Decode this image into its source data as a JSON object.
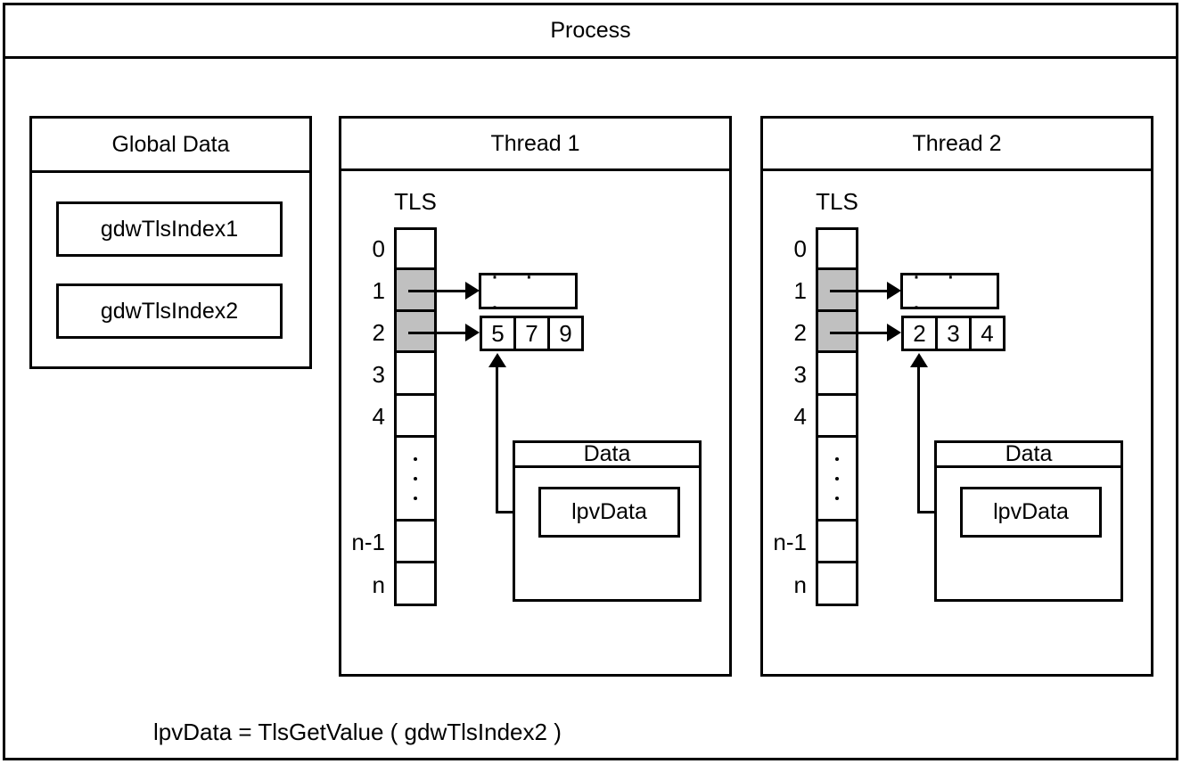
{
  "process": {
    "title": "Process"
  },
  "global_data": {
    "title": "Global Data",
    "items": [
      "gdwTlsIndex1",
      "gdwTlsIndex2"
    ]
  },
  "threads": [
    {
      "title": "Thread 1",
      "tls_label": "TLS",
      "slot_labels": [
        "0",
        "1",
        "2",
        "3",
        "4",
        "n-1",
        "n"
      ],
      "ellipsis_text": "· · ·",
      "values": [
        "5",
        "7",
        "9"
      ],
      "data_title": "Data",
      "pointer_name": "lpvData"
    },
    {
      "title": "Thread 2",
      "tls_label": "TLS",
      "slot_labels": [
        "0",
        "1",
        "2",
        "3",
        "4",
        "n-1",
        "n"
      ],
      "ellipsis_text": "· · ·",
      "values": [
        "2",
        "3",
        "4"
      ],
      "data_title": "Data",
      "pointer_name": "lpvData"
    }
  ],
  "formula": "lpvData = TlsGetValue ( gdwTlsIndex2 )",
  "colors": {
    "line": "#000000",
    "slot_highlight": "#c0c0c0",
    "background": "#ffffff"
  }
}
